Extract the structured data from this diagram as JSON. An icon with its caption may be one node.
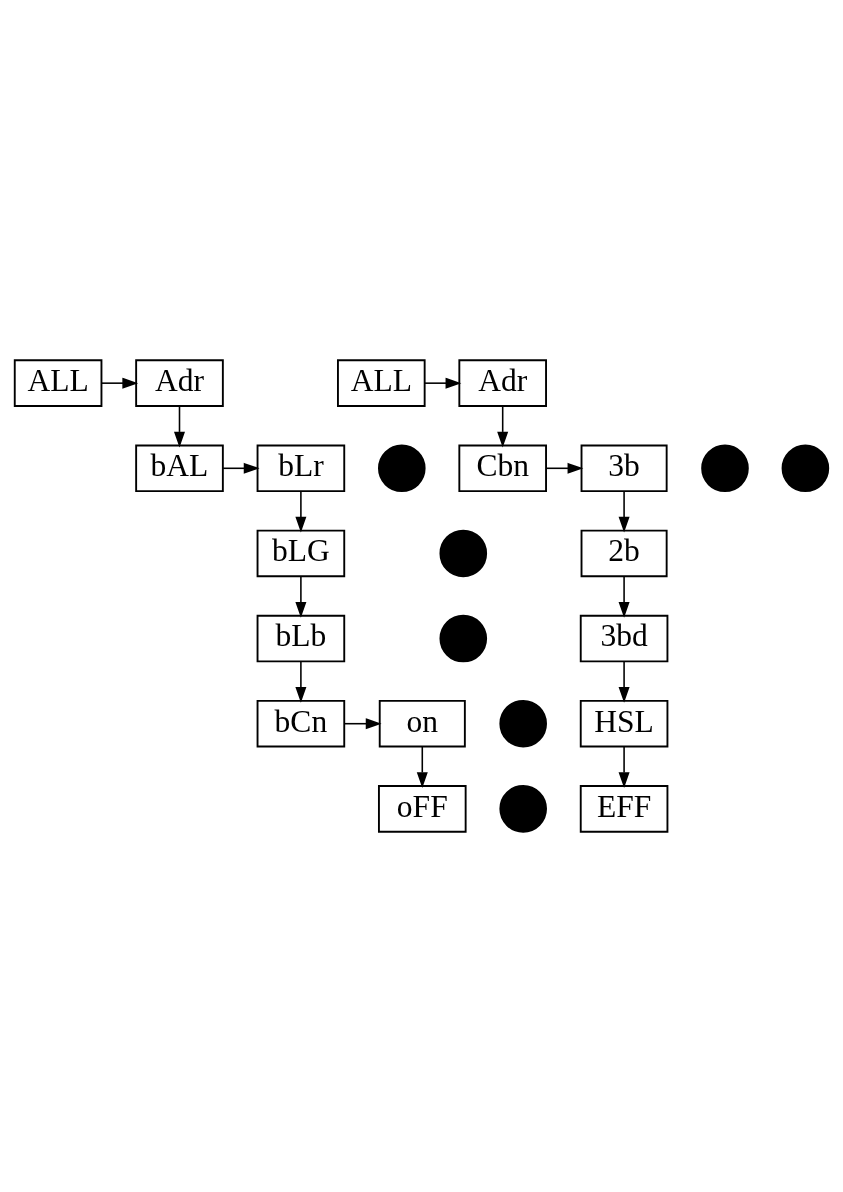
{
  "diagram": {
    "nodes": [
      {
        "text": [
          "ALL"
        ]
      },
      {
        "text": [
          "Adr"
        ]
      },
      {
        "text": [],
        "shape": "circle"
      },
      {
        "text": [
          "bAL"
        ]
      },
      {
        "text": [
          "bLr"
        ]
      },
      {
        "text": [],
        "shape": "circle"
      },
      {
        "text": [
          "bLG"
        ]
      },
      {
        "text": [],
        "shape": "circle"
      },
      {
        "text": [
          "bLb"
        ]
      },
      {
        "text": [],
        "shape": "circle"
      },
      {
        "text": [
          "bCn"
        ]
      },
      {
        "text": [
          "on"
        ]
      },
      {
        "text": [],
        "shape": "circle"
      },
      {
        "text": [
          "oFF"
        ]
      },
      {
        "text": [
          "ALL"
        ]
      },
      {
        "text": [
          "Adr"
        ]
      },
      {
        "text": [],
        "shape": "circle"
      },
      {
        "text": [],
        "shape": "circle"
      },
      {
        "text": [
          "Cbn"
        ]
      },
      {
        "text": [
          "3b"
        ]
      },
      {
        "text": [
          "2b"
        ]
      },
      {
        "text": [
          "3bd"
        ]
      },
      {
        "text": [
          "HSL"
        ]
      },
      {
        "text": [
          "EFF"
        ]
      }
    ],
    "edges": [
      {
        "from": 0,
        "to": 1,
        "arrow": "to"
      },
      {
        "from": 1,
        "to": 3,
        "arrow": "to"
      },
      {
        "from": 3,
        "to": 4,
        "arrow": "to"
      },
      {
        "from": 4,
        "to": 6,
        "arrow": "to"
      },
      {
        "from": 6,
        "to": 8,
        "arrow": "to"
      },
      {
        "from": 8,
        "to": 10,
        "arrow": "to"
      },
      {
        "from": 10,
        "to": 11,
        "arrow": "to"
      },
      {
        "from": 11,
        "to": 13,
        "arrow": "to"
      },
      {
        "from": 14,
        "to": 15,
        "arrow": "to"
      },
      {
        "from": 15,
        "to": 18,
        "arrow": "to"
      },
      {
        "from": 18,
        "to": 19,
        "arrow": "to"
      },
      {
        "from": 19,
        "to": 20,
        "arrow": "to"
      },
      {
        "from": 20,
        "to": 21,
        "arrow": "to"
      },
      {
        "from": 21,
        "to": 22,
        "arrow": "to"
      },
      {
        "from": 22,
        "to": 23,
        "arrow": "to"
      }
    ]
  }
}
